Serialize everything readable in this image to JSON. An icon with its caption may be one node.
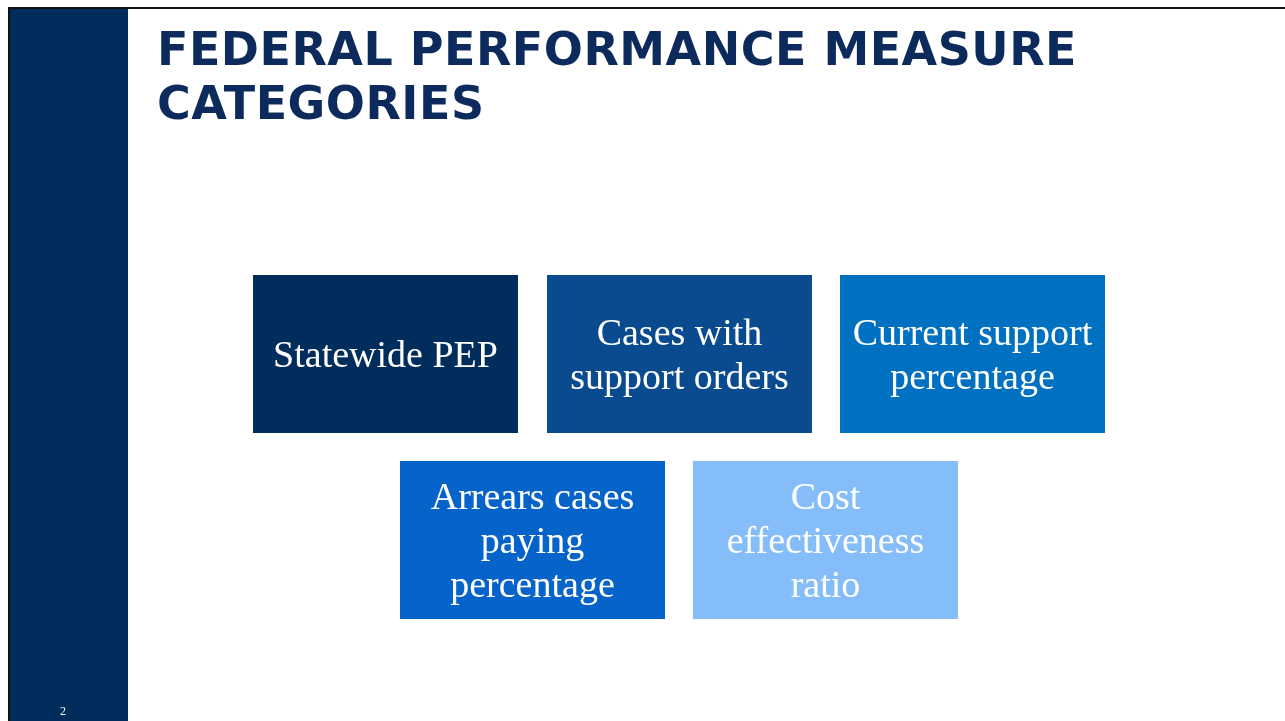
{
  "diagram": {
    "title": "FEDERAL PERFORMANCE MEASURE CATEGORIES",
    "nodes": [
      {
        "text": [
          "Statewide PEP"
        ]
      },
      {
        "text": [
          "Cases with support orders"
        ]
      },
      {
        "text": [
          "Current support percentage"
        ]
      },
      {
        "text": [
          "Arrears cases paying percentage"
        ]
      },
      {
        "text": [
          "Cost effectiveness ratio"
        ]
      }
    ],
    "labels": [
      "2"
    ]
  }
}
